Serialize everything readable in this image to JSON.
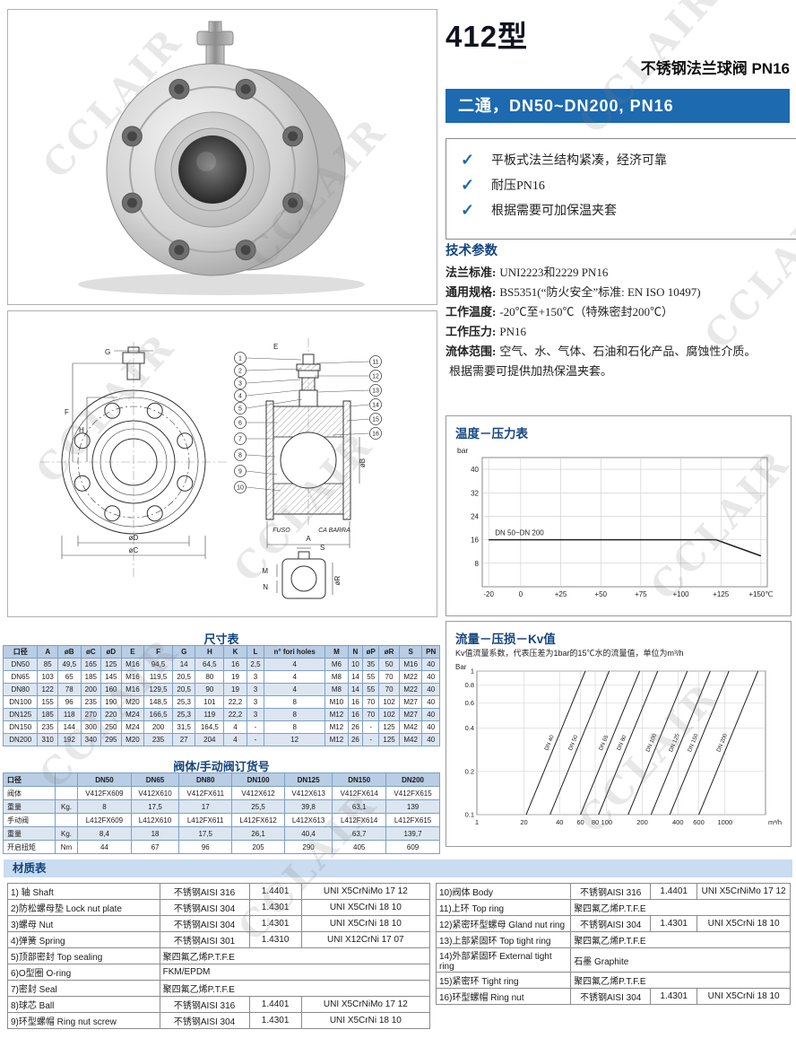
{
  "watermark": "CCLAIR",
  "header": {
    "model": "412型",
    "subtitle": "不锈钢法兰球阀 PN16",
    "banner": "二通，DN50~DN200, PN16"
  },
  "features": [
    "平板式法兰结构紧凑，经济可靠",
    "耐压PN16",
    "根据需要可加保温夹套"
  ],
  "tech": {
    "title": "技术参数",
    "items": [
      {
        "label": "法兰标准:",
        "value": "UNI2223和2229 PN16"
      },
      {
        "label": "通用规格:",
        "value": "BS5351(“防火安全”标准: EN ISO  10497)"
      },
      {
        "label": "工作温度:",
        "value": "-20℃至+150℃（特殊密封200℃）"
      },
      {
        "label": "工作压力:",
        "value": "PN16"
      },
      {
        "label": "流体范围:",
        "value": "空气、水、气体、石油和石化产品、腐蚀性介质。"
      },
      {
        "label": "",
        "value": "根据需要可提供加热保温夹套。"
      }
    ]
  },
  "drawing": {
    "labels": {
      "fuso": "FUSO",
      "ca_barra": "CA BARRA",
      "a": "A",
      "e": "E",
      "f": "F",
      "g": "G",
      "h": "H",
      "s": "S",
      "m": "M",
      "n": "N",
      "ob": "øB",
      "oc": "øC",
      "od": "øD",
      "or": "øR"
    },
    "callout_count": 16
  },
  "chart_data": [
    {
      "type": "line",
      "title": "温度－压力表",
      "ylabel": "bar",
      "xlabel": "℃",
      "yticks": [
        8,
        16,
        24,
        32,
        40
      ],
      "ylim": [
        0,
        44
      ],
      "xticks": [
        "-20",
        "0",
        "+25",
        "+50",
        "+75",
        "+100",
        "+125",
        "+150℃"
      ],
      "xtick_values": [
        -20,
        0,
        25,
        50,
        75,
        100,
        125,
        150
      ],
      "grid": true,
      "series": [
        {
          "name": "DN 50~DN 200",
          "x": [
            -20,
            122,
            150
          ],
          "y": [
            16,
            16,
            10.5
          ]
        }
      ]
    },
    {
      "type": "line",
      "title": "流量－压损－Kv值",
      "subtitle": "Kv值流量系数，代表压差为1bar的15℃水的流量值，单位为m³/h",
      "ylabel": "Bar",
      "xlabel": "m³/h",
      "xscale": "log",
      "yscale": "log",
      "yticks": [
        0.1,
        0.2,
        0.4,
        0.6,
        0.8,
        1
      ],
      "xticks": [
        "1",
        "20",
        "40",
        "60",
        "80",
        "100",
        "200",
        "400",
        "600",
        "1000"
      ],
      "xlim": [
        8,
        2200
      ],
      "ylim": [
        0.1,
        1
      ],
      "series": [
        {
          "name": "DN 40",
          "kv": 66
        },
        {
          "name": "DN 50",
          "kv": 105
        },
        {
          "name": "DN 65",
          "kv": 190
        },
        {
          "name": "DN 80",
          "kv": 270
        },
        {
          "name": "DN 100",
          "kv": 480
        },
        {
          "name": "DN 125",
          "kv": 750
        },
        {
          "name": "DN 150",
          "kv": 1080
        },
        {
          "name": "DN 200",
          "kv": 1900
        }
      ]
    }
  ],
  "dim_table": {
    "title": "尺寸表",
    "headers": [
      "口径",
      "A",
      "øB",
      "øC",
      "øD",
      "E",
      "F",
      "G",
      "H",
      "K",
      "L",
      "n° fori holes",
      "M",
      "N",
      "øP",
      "øR",
      "S",
      "PN"
    ],
    "rows": [
      [
        "DN50",
        "85",
        "49,5",
        "165",
        "125",
        "M16",
        "94,5",
        "14",
        "64,5",
        "16",
        "2,5",
        "4",
        "M6",
        "10",
        "35",
        "50",
        "M16",
        "40"
      ],
      [
        "DN65",
        "103",
        "65",
        "185",
        "145",
        "M16",
        "119,5",
        "20,5",
        "80",
        "19",
        "3",
        "4",
        "M8",
        "14",
        "55",
        "70",
        "M22",
        "40"
      ],
      [
        "DN80",
        "122",
        "78",
        "200",
        "160",
        "M16",
        "129,5",
        "20,5",
        "90",
        "19",
        "3",
        "4",
        "M8",
        "14",
        "55",
        "70",
        "M22",
        "40"
      ],
      [
        "DN100",
        "155",
        "96",
        "235",
        "190",
        "M20",
        "148,5",
        "25,3",
        "101",
        "22,2",
        "3",
        "8",
        "M10",
        "16",
        "70",
        "102",
        "M27",
        "40"
      ],
      [
        "DN125",
        "185",
        "118",
        "270",
        "220",
        "M24",
        "166,5",
        "25,3",
        "119",
        "22,2",
        "3",
        "8",
        "M12",
        "16",
        "70",
        "102",
        "M27",
        "40"
      ],
      [
        "DN150",
        "235",
        "144",
        "300",
        "250",
        "M24",
        "200",
        "31,5",
        "164,5",
        "4",
        "-",
        "8",
        "M12",
        "26",
        "-",
        "125",
        "M42",
        "40"
      ],
      [
        "DN200",
        "310",
        "192",
        "340",
        "295",
        "M20",
        "235",
        "27",
        "204",
        "4",
        "-",
        "12",
        "M12",
        "26",
        "-",
        "125",
        "M42",
        "40"
      ]
    ]
  },
  "order_table": {
    "title": "阀体/手动阀订货号",
    "rows": [
      {
        "label": "口径",
        "unit": "",
        "values": [
          "DN50",
          "DN65",
          "DN80",
          "DN100",
          "DN125",
          "DN150",
          "DN200"
        ]
      },
      {
        "label": "阀体",
        "unit": "",
        "values": [
          "V412FX609",
          "V412X610",
          "V412FX611",
          "V412X612",
          "V412X613",
          "V412FX614",
          "V412FX615"
        ]
      },
      {
        "label": "重量",
        "unit": "Kg.",
        "values": [
          "8",
          "17,5",
          "17",
          "25,5",
          "39,8",
          "63,1",
          "139"
        ]
      },
      {
        "label": "手动阀",
        "unit": "",
        "values": [
          "L412FX609",
          "L412X610",
          "L412FX611",
          "L412FX612",
          "L412X613",
          "L412FX614",
          "L412FX615"
        ]
      },
      {
        "label": "重量",
        "unit": "Kg.",
        "values": [
          "8,4",
          "18",
          "17,5",
          "26,1",
          "40,4",
          "63,7",
          "139,7"
        ]
      },
      {
        "label": "开启扭矩",
        "unit": "Nm",
        "values": [
          "44",
          "67",
          "96",
          "205",
          "290",
          "405",
          "609"
        ]
      }
    ]
  },
  "material_table": {
    "title": "材质表",
    "left": [
      {
        "name": "1) 轴 Shaft",
        "cols": [
          "不锈钢AISI 316",
          "1.4401",
          "UNI X5CrNiMo 17 12"
        ]
      },
      {
        "name": "2)防松螺母垫 Lock nut plate",
        "cols": [
          "不锈钢AISI 304",
          "1.4301",
          "UNI X5CrNi 18 10"
        ]
      },
      {
        "name": "3)螺母  Nut",
        "cols": [
          "不锈钢AISI 304",
          "1.4301",
          "UNI X5CrNi 18 10"
        ]
      },
      {
        "name": "4)弹簧 Spring",
        "cols": [
          "不锈钢AISI 301",
          "1.4310",
          "UNI X12CrNi 17 07"
        ]
      },
      {
        "name": "5)顶部密封 Top sealing",
        "cols": [
          "聚四氟乙烯P.T.F.E"
        ]
      },
      {
        "name": "6)O型圈 O-ring",
        "cols": [
          "FKM/EPDM"
        ]
      },
      {
        "name": "7)密封 Seal",
        "cols": [
          "聚四氟乙烯P.T.F.E"
        ]
      },
      {
        "name": "8)球芯 Ball",
        "cols": [
          "不锈钢AISI 316",
          "1.4401",
          "UNI X5CrNiMo 17 12"
        ]
      },
      {
        "name": "9)环型螺帽 Ring nut screw",
        "cols": [
          "不锈钢AISI 304",
          "1.4301",
          "UNI X5CrNi 18 10"
        ]
      }
    ],
    "right": [
      {
        "name": "10)阀体 Body",
        "cols": [
          "不锈钢AISI 316",
          "1.4401",
          "UNI X5CrNiMo 17 12"
        ]
      },
      {
        "name": "11)上环  Top  ring",
        "cols": [
          "聚四氟乙烯P.T.F.E"
        ]
      },
      {
        "name": "12)紧密环型螺母 Gland nut ring",
        "cols": [
          "不锈钢AISI 304",
          "1.4301",
          "UNI X5CrNi 18 10"
        ]
      },
      {
        "name": "13)上部紧固环 Top tight ring",
        "cols": [
          "聚四氟乙烯P.T.F.E"
        ]
      },
      {
        "name": "14)外部紧固环 External tight ring",
        "cols": [
          "石墨 Graphite"
        ]
      },
      {
        "name": "15)紧密环  Tight ring",
        "cols": [
          "聚四氟乙烯P.T.F.E"
        ]
      },
      {
        "name": "16)环型螺帽 Ring nut",
        "cols": [
          "不锈钢AISI 304",
          "1.4301",
          "UNI X5CrNi 18 10"
        ]
      }
    ]
  }
}
